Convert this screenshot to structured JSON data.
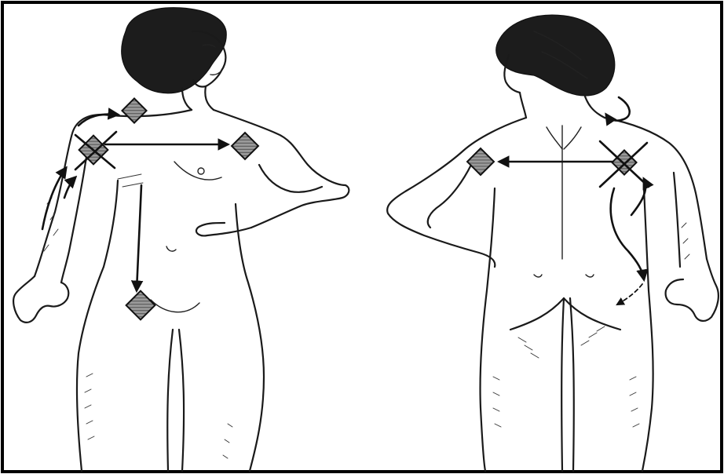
{
  "figure": {
    "panels": [
      {
        "id": "front",
        "view": "front",
        "pads": 4,
        "arrows": 5
      },
      {
        "id": "back",
        "view": "back",
        "pads": 2,
        "arrows": 5
      }
    ],
    "colors": {
      "ink": "#111111",
      "paper": "#ffffff",
      "frame": "#000000"
    }
  }
}
